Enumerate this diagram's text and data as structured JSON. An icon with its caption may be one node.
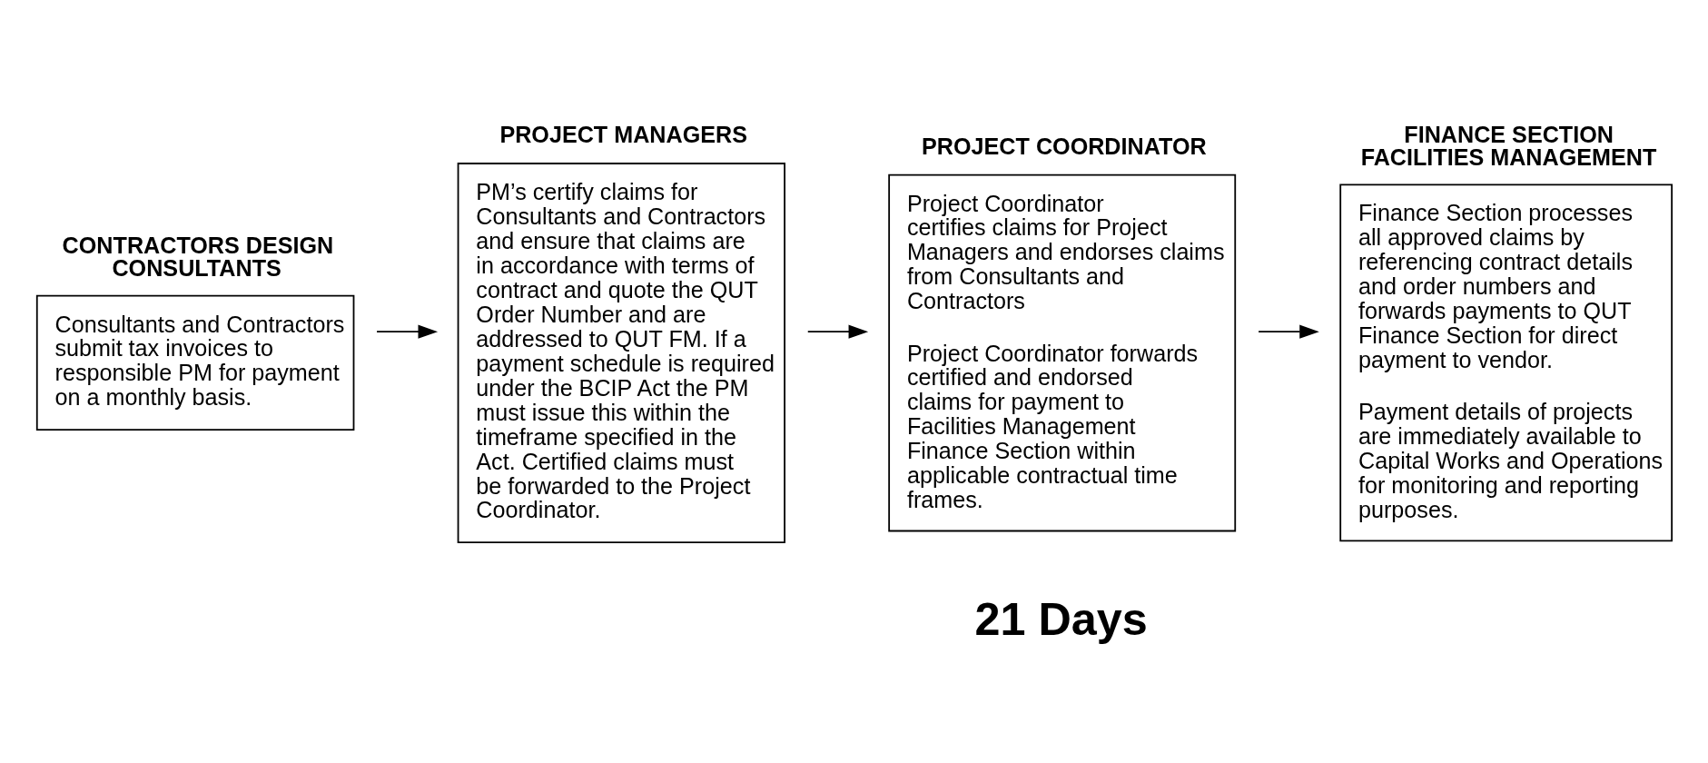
{
  "diagram": {
    "nodes": [
      {
        "text": [
          "CONTRACTORS DESIGN CONSULTANTS",
          "Consultants and Contractors submit tax invoices to responsible PM for payment on a monthly basis."
        ]
      },
      {
        "text": [
          "PROJECT MANAGERS",
          "PM’s certify claims for Consultants and Contractors and ensure that claims are in accordance with terms of contract and quote the QUT Order Number and are addressed to QUT FM. If a payment schedule is required under the BCIP Act the PM must issue this within the timeframe specified in the Act. Certified claims must be forwarded to the Project Coordinator."
        ]
      },
      {
        "text": [
          "PROJECT COORDINATOR",
          "Project Coordinator certifies claims for Project Managers and endorses claims from Consultants and Contractors",
          "Project Coordinator forwards certified and endorsed claims for payment to Facilities Management Finance Section within applicable contractual time frames."
        ]
      },
      {
        "text": [
          "FINANCE SECTION FACILITIES MANAGEMENT",
          "Finance Section processes all approved claims by referencing contract details and order numbers and forwards payments to QUT Finance Section for direct payment to vendor.",
          "Payment details of projects are immediately available to Capital Works and Operations for monitoring and reporting purposes."
        ]
      }
    ],
    "edges": [
      {
        "from": 0,
        "to": 1,
        "arrow": "to"
      },
      {
        "from": 1,
        "to": 2,
        "arrow": "to"
      },
      {
        "from": 2,
        "to": 3,
        "arrow": "to"
      }
    ],
    "labels": [
      "21 Days"
    ]
  }
}
